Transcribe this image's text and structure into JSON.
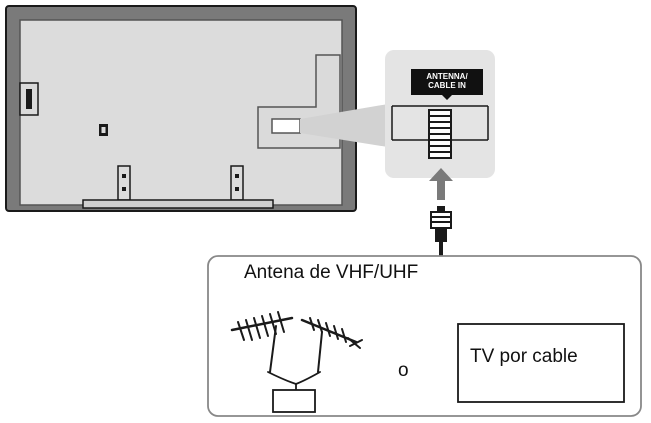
{
  "port_label": {
    "line1": "ANTENNA/",
    "line2": "CABLE IN"
  },
  "source_panel": {
    "antenna_label": "Antena de VHF/UHF",
    "or_label": "o",
    "cable_label": "TV por cable"
  },
  "colors": {
    "tv_body": "#7a7a7a",
    "tv_panel": "#dcdcdc",
    "outline": "#1a1a1a",
    "zoom_callout": "#d2d2d2",
    "port_badge": "#111111"
  }
}
